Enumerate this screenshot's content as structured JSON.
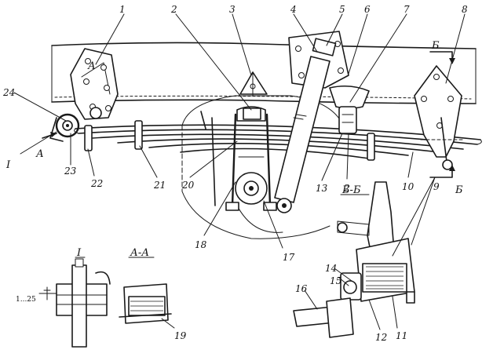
{
  "callouts": {
    "n1": "1",
    "n2a": "2",
    "n3": "3",
    "n4": "4",
    "n5": "5",
    "n6": "6",
    "n7": "7",
    "n8": "8",
    "n2b": "2",
    "n9": "9",
    "n10": "10",
    "n11": "11",
    "n12": "12",
    "n13": "13",
    "n14": "14",
    "n15": "15",
    "n16": "16",
    "n17": "17",
    "n18": "18",
    "n19": "19",
    "n20": "20",
    "n21": "21",
    "n22": "22",
    "n23": "23",
    "n24": "24"
  },
  "section_labels": {
    "view_I_side": "I",
    "view_I_detail": "I",
    "arrow_A": "А",
    "detail_A": "А",
    "section_AA": "А-А",
    "arrow_B_top": "Б",
    "arrow_B_bottom": "Б",
    "section_BB": "Б-Б"
  },
  "dimension": {
    "gap_value": "1...25"
  }
}
